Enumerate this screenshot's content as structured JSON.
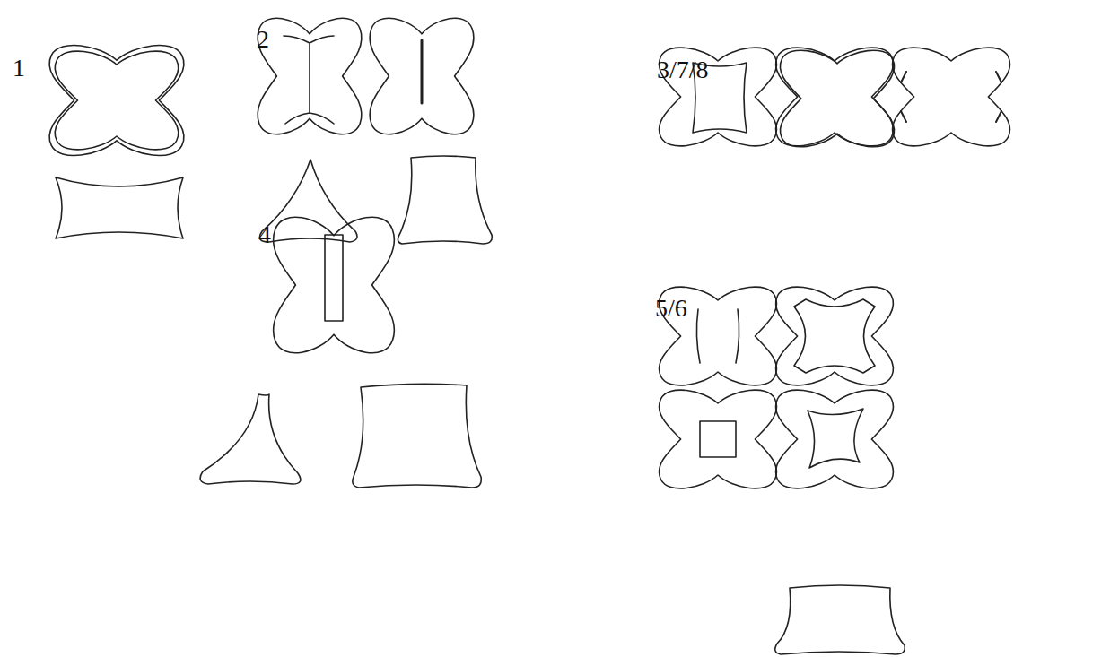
{
  "diagram": {
    "labels": [
      "1",
      "2",
      "3/7/8",
      "4",
      "5/6"
    ]
  }
}
